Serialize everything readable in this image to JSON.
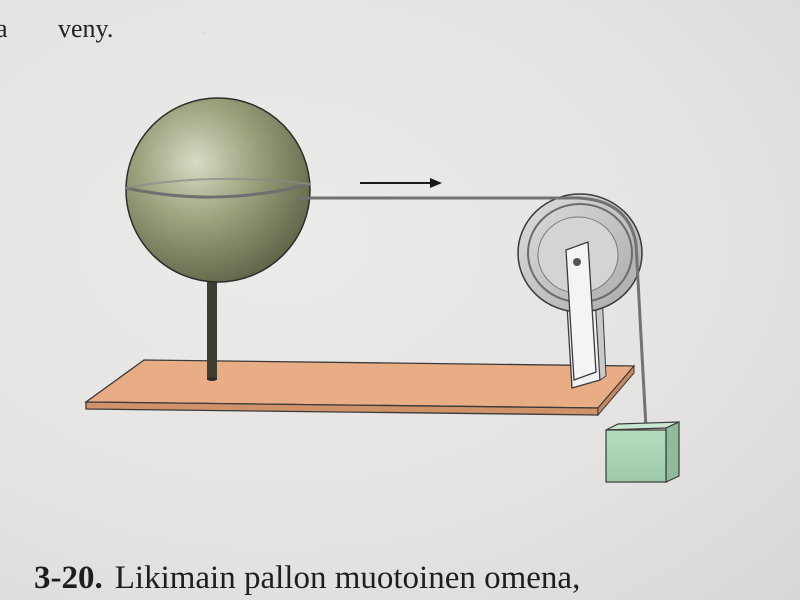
{
  "top_text": {
    "left_letter": "a",
    "word": "veny."
  },
  "figure": {
    "arrow_direction": "right",
    "colors": {
      "sphere": "#7c8060",
      "base_board": "#e7a77f",
      "block": "#a9d4b5",
      "string": "#7a7a7a"
    }
  },
  "caption": {
    "number": "3-20.",
    "text": "Likimain pallon muotoinen omena,"
  }
}
